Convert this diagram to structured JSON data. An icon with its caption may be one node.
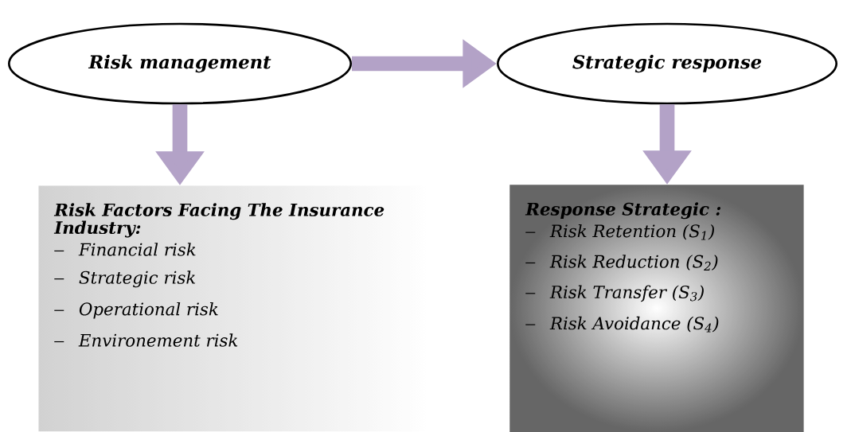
{
  "diagram": {
    "nodes": [
      {
        "text": [
          "Risk management"
        ]
      },
      {
        "text": [
          "Strategic response"
        ]
      },
      {
        "text": [
          "Risk Factors Facing The Insurance Industry:",
          "Financial risk",
          "Strategic risk",
          "Operational risk",
          "Environement risk"
        ]
      },
      {
        "text": [
          "Response Strategic :",
          "Risk Retention (S$_{1}$)",
          "Risk Reduction (S$_{2}$)",
          "Risk Transfer (S$_{3}$)",
          "Risk Avoidance (S$_{4}$)"
        ]
      }
    ],
    "edges": [
      {
        "from": 0,
        "to": 1,
        "arrow": "to"
      },
      {
        "from": 0,
        "to": 2,
        "arrow": "to"
      },
      {
        "from": 1,
        "to": 3,
        "arrow": "to"
      }
    ]
  }
}
